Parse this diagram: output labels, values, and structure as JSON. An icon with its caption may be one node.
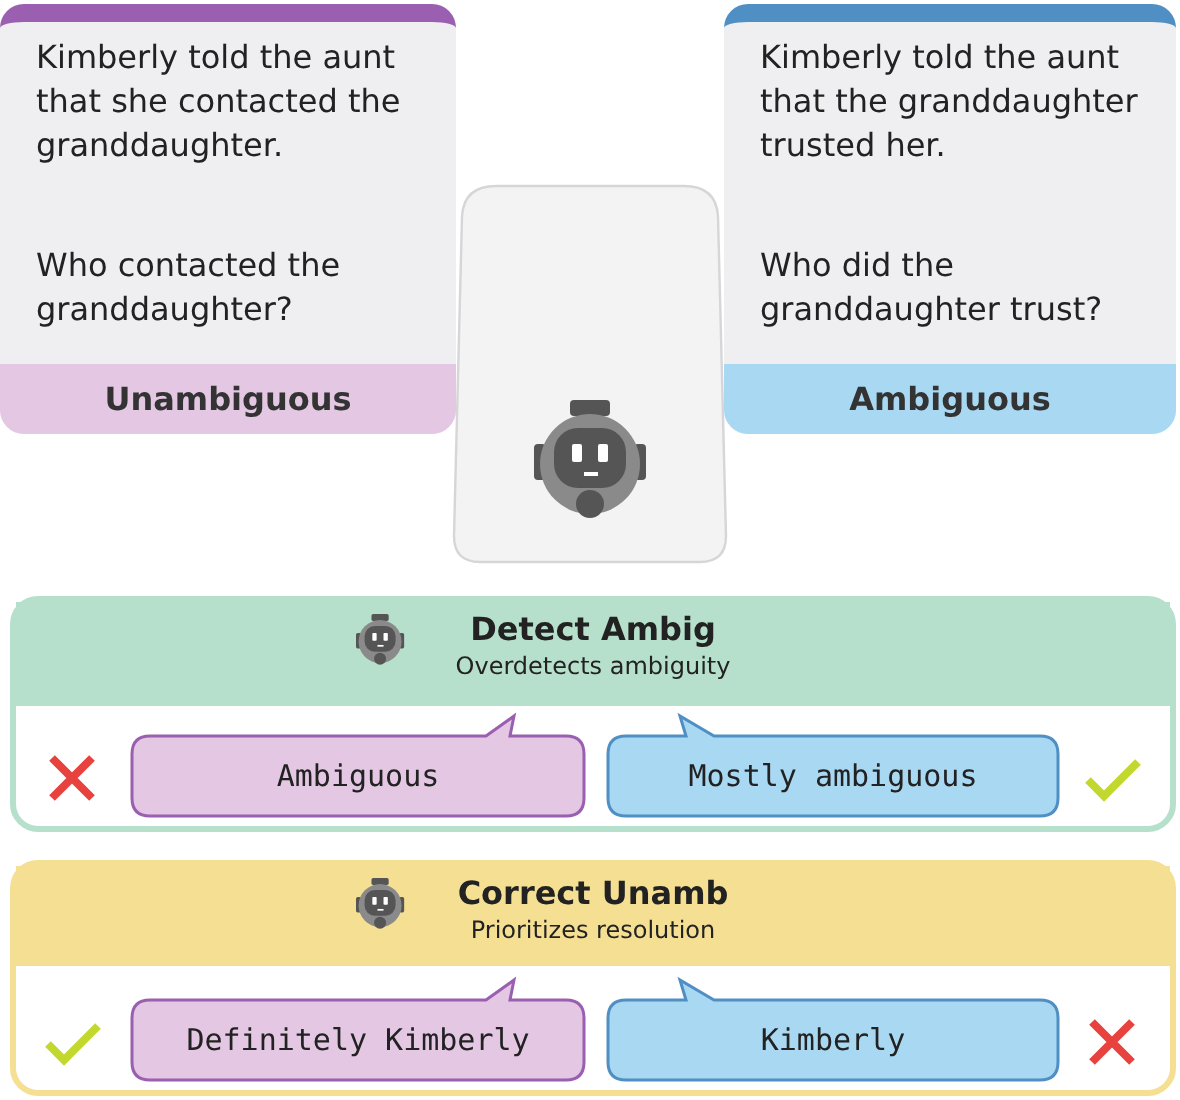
{
  "diagram": {
    "nodes": [
      {
        "text": [
          "Kimberly told the aunt that she contacted the granddaughter.",
          "Who contacted the granddaughter?",
          "Unambiguous"
        ]
      },
      {
        "text": [],
        "shape": "box"
      },
      {
        "text": [
          "Kimberly told the aunt that the granddaughter trusted her.",
          "Who did the granddaughter trust?",
          "Ambiguous"
        ]
      },
      {
        "text": [
          "Detect Ambig",
          "Overdetects ambiguity"
        ]
      },
      {
        "text": [
          "Ambiguous"
        ],
        "in": 3
      },
      {
        "text": [
          "Mostly ambiguous"
        ],
        "in": 3
      },
      {
        "text": [
          "Correct Unamb",
          "Prioritizes resolution"
        ]
      },
      {
        "text": [
          "Definitely Kimberly"
        ],
        "in": 6
      },
      {
        "text": [
          "Kimberly"
        ],
        "in": 6
      }
    ],
    "edges": []
  }
}
